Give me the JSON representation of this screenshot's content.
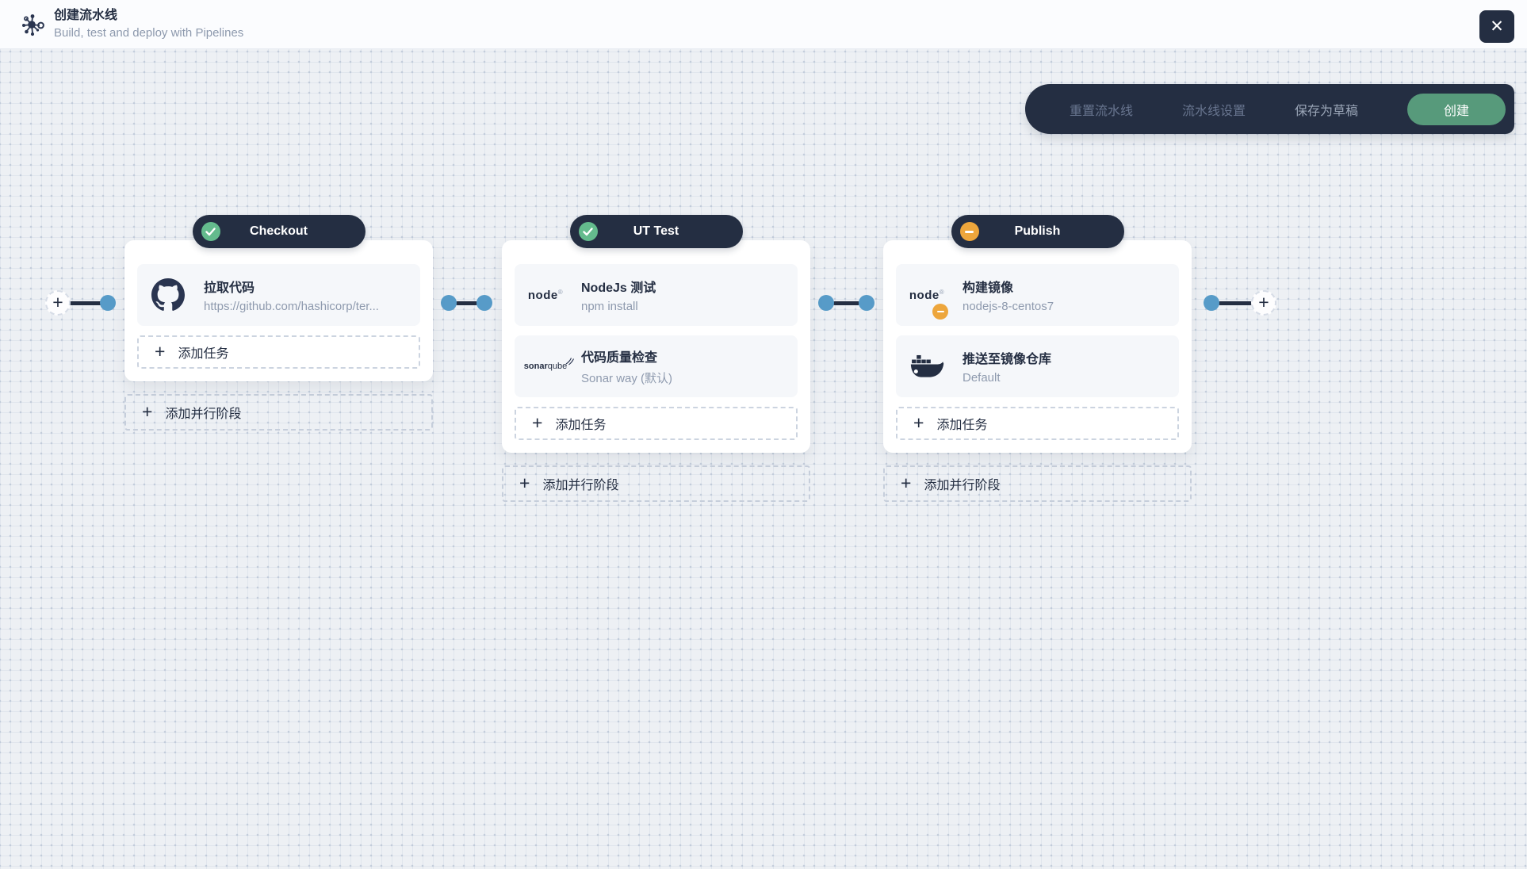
{
  "header": {
    "title": "创建流水线",
    "subtitle": "Build, test and deploy with Pipelines",
    "logo_icon": "pipeline-hub-icon",
    "close_icon": "close-icon",
    "close_glyph": "✕"
  },
  "toolbar": {
    "reset_label": "重置流水线",
    "settings_label": "流水线设置",
    "draft_label": "保存为草稿",
    "create_label": "创建"
  },
  "colors": {
    "dark_navy": "#242e42",
    "create_button_green": "#579a7b",
    "status_success_green": "#64bb8d",
    "status_paused_orange": "#eda63c",
    "connector_blue": "#579bc8",
    "canvas_background": "#edf0f4"
  },
  "canvas": {
    "add_task_label": "添加任务",
    "add_parallel_label": "添加并行阶段",
    "plus_glyph": "+",
    "stages": [
      {
        "name": "Checkout",
        "status": "success",
        "status_icon": "check-icon",
        "tasks": [
          {
            "icon": "github-icon",
            "title": "拉取代码",
            "subtitle": "https://github.com/hashicorp/ter..."
          }
        ]
      },
      {
        "name": "UT Test",
        "status": "success",
        "status_icon": "check-icon",
        "tasks": [
          {
            "icon": "nodejs-icon",
            "title": "NodeJs 测试",
            "subtitle": "npm install"
          },
          {
            "icon": "sonarqube-icon",
            "title": "代码质量检查",
            "subtitle": "Sonar way (默认)"
          }
        ]
      },
      {
        "name": "Publish",
        "status": "paused",
        "status_icon": "minus-icon",
        "tasks": [
          {
            "icon": "nodejs-icon",
            "badge": "minus-badge",
            "title": "构建镜像",
            "subtitle": "nodejs-8-centos7"
          },
          {
            "icon": "docker-icon",
            "title": "推送至镜像仓库",
            "subtitle": "Default"
          }
        ]
      }
    ],
    "node_logo_text": "node",
    "node_logo_reg": "®",
    "sonar_logo_bold": "sonar",
    "sonar_logo_light": "qube"
  }
}
